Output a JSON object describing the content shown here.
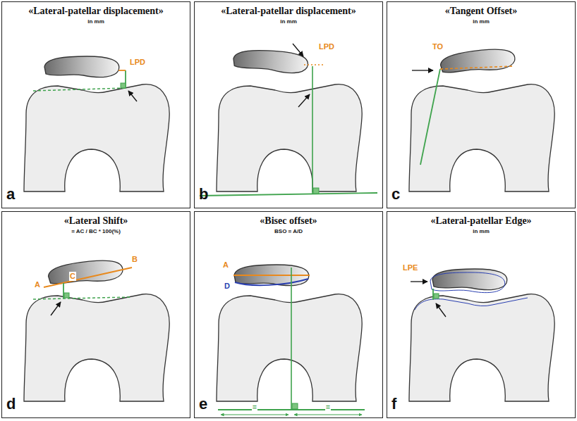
{
  "diagram": {
    "nodes": [
      {
        "text": [
          "«Lateral-patellar displacement»",
          "in mm",
          "a"
        ]
      },
      {
        "text": [
          "«Lateral-patellar displacement»",
          "in mm",
          "b"
        ]
      },
      {
        "text": [
          "«Tangent Offset»",
          "in mm",
          "c"
        ]
      },
      {
        "text": [
          "«Lateral Shift»",
          "= AC / BC * 100(%)",
          "d"
        ]
      },
      {
        "text": [
          "«Bisec offset»",
          "BSO = A/D",
          "e"
        ]
      },
      {
        "text": [
          "«Lateral-patellar Edge»",
          "in mm",
          "f"
        ]
      }
    ],
    "edges": [],
    "labels": [
      "LPD",
      "LPD",
      "TO",
      "A",
      "B",
      "C",
      "A",
      "D",
      "=",
      "=",
      "LPE"
    ]
  }
}
